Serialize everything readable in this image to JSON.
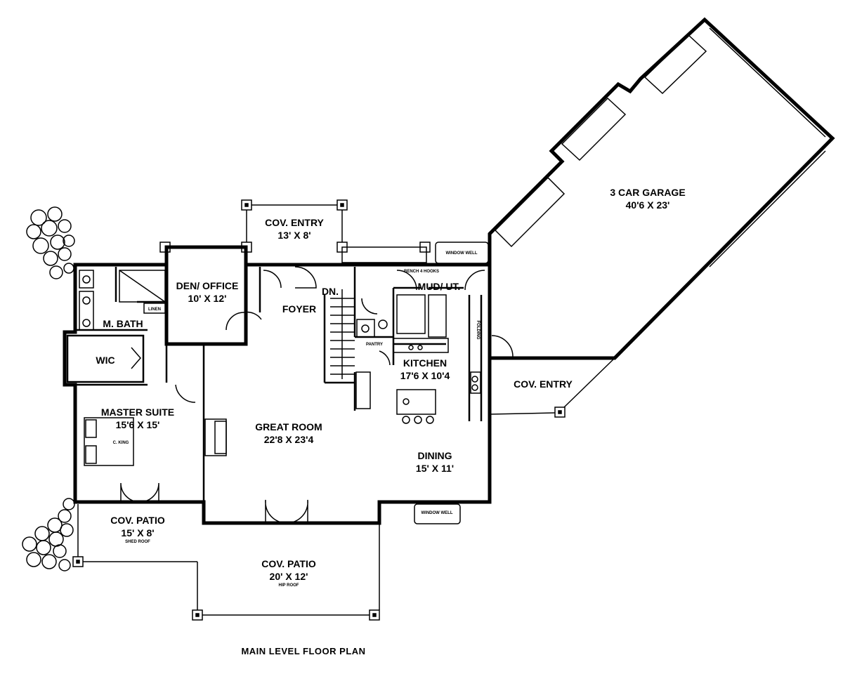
{
  "title": "MAIN LEVEL FLOOR PLAN",
  "rooms": {
    "garage": {
      "name": "3 CAR GARAGE",
      "size": "40'6 X 23'"
    },
    "cov_entry_front": {
      "name": "COV. ENTRY",
      "size": "13' X 8'"
    },
    "den": {
      "name": "DEN/ OFFICE",
      "size": "10' X 12'"
    },
    "foyer": {
      "name": "FOYER"
    },
    "stairs": {
      "name": "DN."
    },
    "mud": {
      "name": "MUD/ UT."
    },
    "kitchen": {
      "name": "KITCHEN",
      "size": "17'6 X 10'4"
    },
    "pantry": {
      "name": "PANTRY"
    },
    "cov_entry_side": {
      "name": "COV. ENTRY"
    },
    "master_bath": {
      "name": "M. BATH"
    },
    "linen": {
      "name": "LINEN"
    },
    "wic": {
      "name": "WIC"
    },
    "master_suite": {
      "name": "MASTER SUITE",
      "size": "15'6 X 15'",
      "bed": "C. KING"
    },
    "great_room": {
      "name": "GREAT ROOM",
      "size": "22'8 X 23'4"
    },
    "dining": {
      "name": "DINING",
      "size": "15' X 11'"
    },
    "patio_small": {
      "name": "COV. PATIO",
      "size": "15' X 8'",
      "roof": "SHED ROOF"
    },
    "patio_large": {
      "name": "COV. PATIO",
      "size": "20' X 12'",
      "roof": "HIP ROOF"
    }
  },
  "notes": {
    "window_well": "WINDOW WELL",
    "bench": "BENCH 4 HOOKS",
    "folding": "FOLDING"
  }
}
